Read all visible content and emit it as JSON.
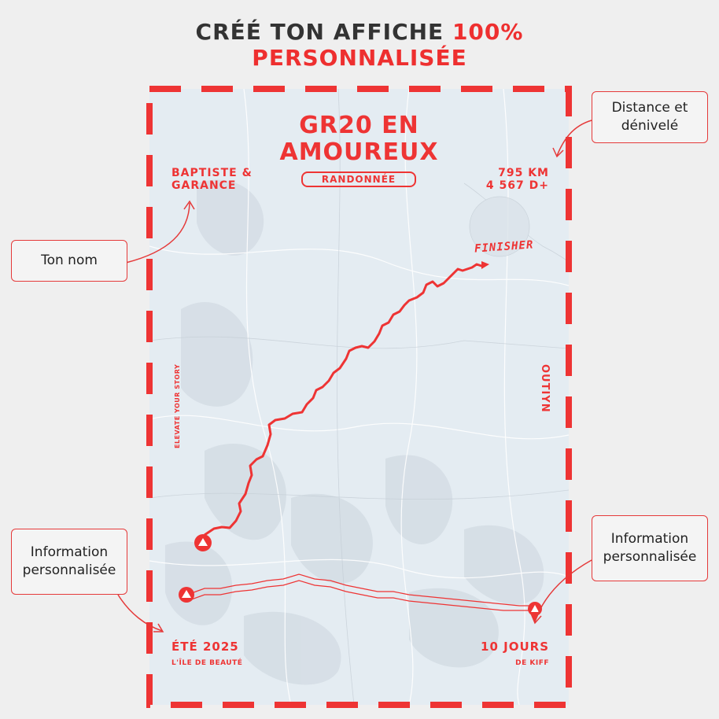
{
  "headline": {
    "line1_main": "CRÉÉ TON AFFICHE ",
    "line1_accent": "100%",
    "line2_accent": "PERSONNALISÉE"
  },
  "poster": {
    "title_line1": "GR20 EN",
    "title_line2": "AMOUREUX",
    "names_line1": "BAPTISTE &",
    "names_line2": "GARANCE",
    "activity": "RANDONNÉE",
    "distance": "795 KM",
    "elevation": "4 567 D+",
    "side_slogan": "ELEVATE YOUR STORY",
    "side_brand": "OUTIYN",
    "finisher": "FINISHER",
    "season": "ÉTÉ 2025",
    "place": "L'ÎLE DE BEAUTÉ",
    "duration": "10 JOURS",
    "fun": "DE KIFF"
  },
  "callouts": {
    "distance_line1": "Distance et",
    "distance_line2": "dénivelé",
    "name": "Ton nom",
    "info_left_line1": "Information",
    "info_left_line2": "personnalisée",
    "info_right_line1": "Information",
    "info_right_line2": "personnalisée"
  },
  "colors": {
    "accent": "#ee3434",
    "background": "#efefef",
    "poster_bg": "#e4ecf2",
    "text_dark": "#333333"
  },
  "icons": {
    "start_marker": "triangle-marker-icon",
    "end_marker": "location-pin-icon"
  }
}
